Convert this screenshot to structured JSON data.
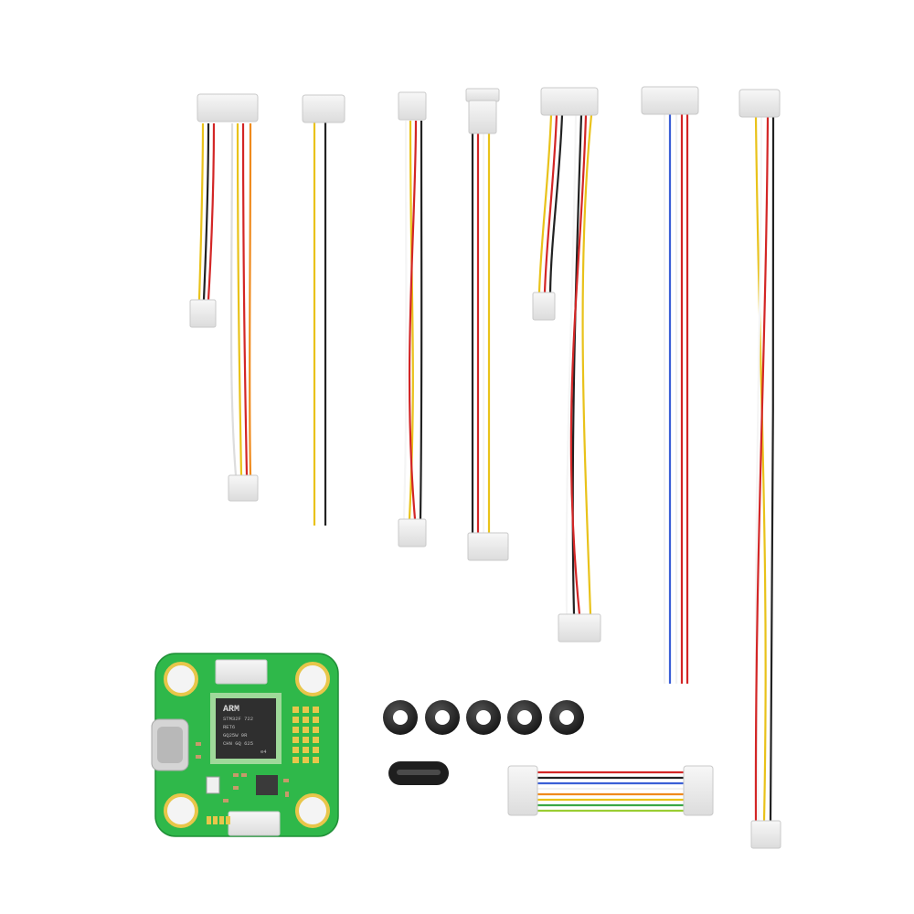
{
  "image": {
    "kind": "product-photo",
    "background": "#ffffff"
  },
  "board": {
    "chip_line1": "ARM",
    "chip_line2": "STM32F 722",
    "chip_line3": "RET6",
    "chip_line4": "GQ25W  9R",
    "chip_line5": "CHN  GQ  625",
    "chip_line6": "e4",
    "pcb_color": "#2fb84a",
    "silk_color": "#e8c64a"
  },
  "colors": {
    "red": "#d32626",
    "black": "#222222",
    "yellow": "#e9c21a",
    "white": "#f2f2f2",
    "blue": "#3b5fd6",
    "orange": "#ef8a1c",
    "green": "#3aa745",
    "connector": "#eeeeee"
  },
  "grommet_count": 5
}
